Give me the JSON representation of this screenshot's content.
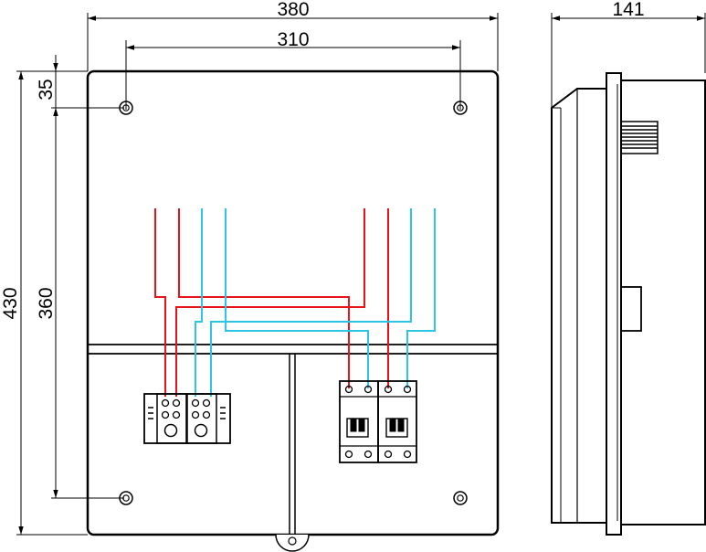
{
  "dimensions": {
    "overall_width": "380",
    "hole_spacing_horizontal": "310",
    "depth": "141",
    "overall_height": "430",
    "hole_spacing_vertical": "360",
    "top_offset": "35"
  },
  "colors": {
    "line": "#000000",
    "phase_wire": "#e8141b",
    "neutral_wire": "#2ec4e6",
    "background": "#ffffff"
  },
  "components": {
    "terminal_blocks": 2,
    "circuit_breakers": 2,
    "mounting_holes": 4
  }
}
